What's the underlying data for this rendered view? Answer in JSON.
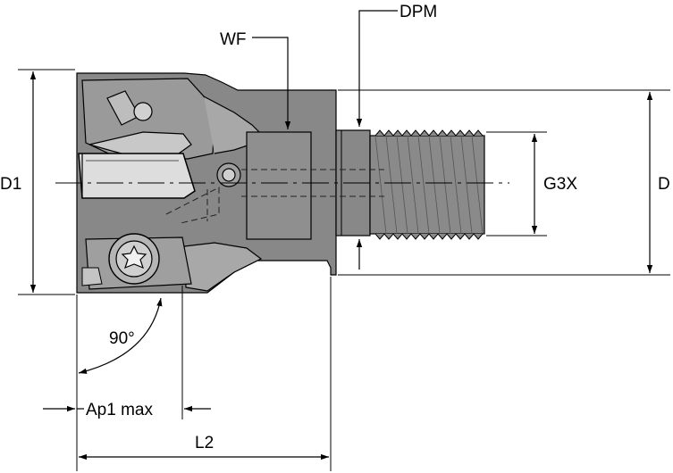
{
  "labels": {
    "dpm": "DPM",
    "wf": "WF",
    "d1": "D1",
    "g3x": "G3X",
    "d": "D",
    "angle": "90°",
    "ap1max": "Ap1 max",
    "l2": "L2"
  },
  "colors": {
    "body": "#888888",
    "insert": "#dddddd",
    "line": "#000000"
  }
}
